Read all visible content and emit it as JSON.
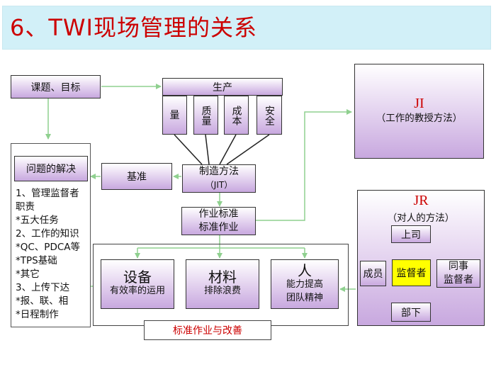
{
  "title": "6、TWI现场管理的关系",
  "nodes": {
    "topic": "课题、目标",
    "production": "生产",
    "prod_items": [
      "量",
      "质量",
      "成本",
      "安全"
    ],
    "method_line1": "制造方法",
    "method_line2": "（JIT）",
    "standard": "基准",
    "problem": "问题的解决",
    "problem_list": [
      "1、管理监督者",
      "职责",
      "*五大任务",
      "2、工作的知识",
      "*QC、PDCA等",
      "*TPS基础",
      "*其它",
      "3、上传下达",
      "*报、联、相",
      "*日程制作"
    ],
    "work_std_line1": "作业标准",
    "work_std_line2": "标准作业",
    "equipment_title": "设备",
    "equipment_sub": "有效率的运用",
    "material_title": "材料",
    "material_sub": "排除浪费",
    "people_title": "人",
    "people_sub1": "能力提高",
    "people_sub2": "团队精神",
    "bottom_label": "标准作业与改善",
    "ji_title": "JI",
    "ji_sub": "（工作的教授方法）",
    "jr_title": "JR",
    "jr_sub": "（对人的方法）",
    "boss": "上司",
    "member": "成员",
    "supervisor": "监督者",
    "peer_line1": "同事",
    "peer_line2": "监督者",
    "subordinate": "部下"
  },
  "colors": {
    "title_text": "#cc0000",
    "title_bg": "#d2f0f8",
    "box_purple": "#c8a8df",
    "arrow_green": "#8fd08f",
    "supervisor_fill": "#ffff00"
  }
}
